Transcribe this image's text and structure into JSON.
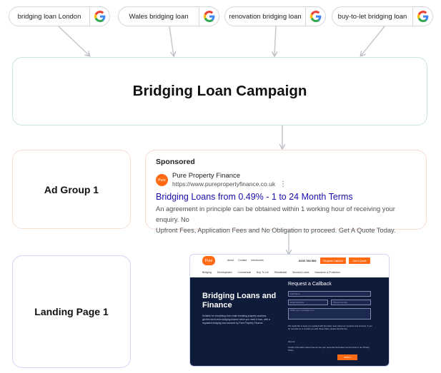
{
  "keywords": [
    {
      "label": "bridging loan London",
      "icon": "google-icon"
    },
    {
      "label": "Wales bridging loan",
      "icon": "google-icon"
    },
    {
      "label": "renovation bridging loan",
      "icon": "google-icon"
    },
    {
      "label": "buy-to-let bridging loan",
      "icon": "google-icon"
    }
  ],
  "campaign": {
    "title": "Bridging Loan Campaign"
  },
  "ad_group": {
    "title": "Ad Group 1"
  },
  "landing_page": {
    "title": "Landing Page 1"
  },
  "ad": {
    "sponsored_label": "Sponsored",
    "favicon_text": "Pure",
    "advertiser": "Pure Property Finance",
    "url": "https://www.purepropertyfinance.co.uk",
    "menu_icon": "more-vert-icon",
    "headline": "Bridging Loans from 0.49% - 1 to 24 Month Terms",
    "description_line1": "An agreement in principle can be obtained within 1 working hour of receiving your enquiry. No",
    "description_line2": "Upfront Fees, Application Fees and No Obligation to proceed. Get A Quote Today."
  },
  "landing_preview": {
    "logo_text": "Pure",
    "top_links": [
      "About",
      "Contact",
      "Introducers"
    ],
    "phone": "0203 780 553",
    "callback_button": "Request Callback",
    "quote_button": "Get a Quote",
    "nav_items": [
      "Bridging",
      "Development",
      "Commercial",
      "Buy To Let",
      "Residential",
      "Secured Loans",
      "Insurance & Protection"
    ],
    "hero_title": "Bridging Loans and Finance",
    "hero_subtitle": "Suitable for everything from chain-breaking property auctions, get fast short-term bridging finance when you need it from, with a regulated bridging loan secured by Pure Property Finance.",
    "form_title": "Request a Callback",
    "form_fields": [
      "Full Name",
      "Email Address",
      "Phone Number",
      "What your message here"
    ],
    "form_note": "We would like to keep you updated with the latest news about our products and services. If you do not want us to contact you with these offers, please tick this box.",
    "optout_label": "Opt out",
    "privacy_note": "Further information about how we use your personal information can be found in our Privacy Policy.",
    "submit_label": "Submit"
  },
  "colors": {
    "campaign_border": "#c8e6d8",
    "ad_border": "#f6ddd0",
    "landing_border": "#cfd5f5",
    "headline_blue": "#1a0dab",
    "brand_orange": "#ff6a13",
    "hero_navy": "#0f1b3a"
  }
}
